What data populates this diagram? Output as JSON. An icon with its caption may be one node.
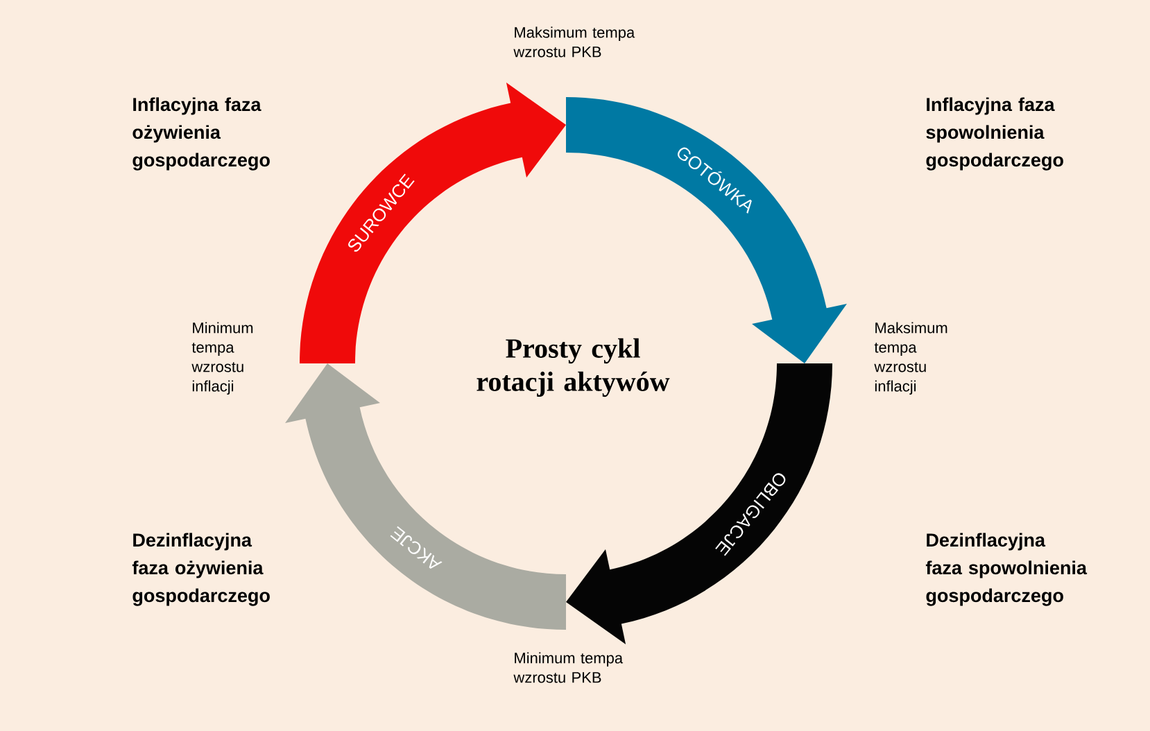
{
  "diagram": {
    "title": "Prosty cykl rotacji aktywów",
    "nodes": [
      {
        "text": [
          "Maksimum tempa wzrostu PKB"
        ]
      },
      {
        "text": [
          "Maksimum tempa wzrostu inflacji"
        ]
      },
      {
        "text": [
          "Minimum tempa wzrostu PKB"
        ]
      },
      {
        "text": [
          "Minimum tempa wzrostu inflacji"
        ]
      }
    ],
    "edges": [
      {
        "from": 3,
        "to": 0,
        "arrow": "to",
        "label": "SUROWCE",
        "color": "#f00a0a"
      },
      {
        "from": 0,
        "to": 1,
        "arrow": "to",
        "label": "GOTÓWKA",
        "color": "#0079a3"
      },
      {
        "from": 1,
        "to": 2,
        "arrow": "to",
        "label": "OBLIGACJE",
        "color": "#050505"
      },
      {
        "from": 2,
        "to": 3,
        "arrow": "to",
        "label": "AKCJE",
        "color": "#aaaba2"
      }
    ],
    "labels": [
      "Inflacyjna faza ożywienia gospodarczego",
      "Inflacyjna faza spowolnienia gospodarczego",
      "Dezinflacyjna faza ożywienia gospodarczego",
      "Dezinflacyjna faza spowolnienia gospodarczego"
    ]
  }
}
